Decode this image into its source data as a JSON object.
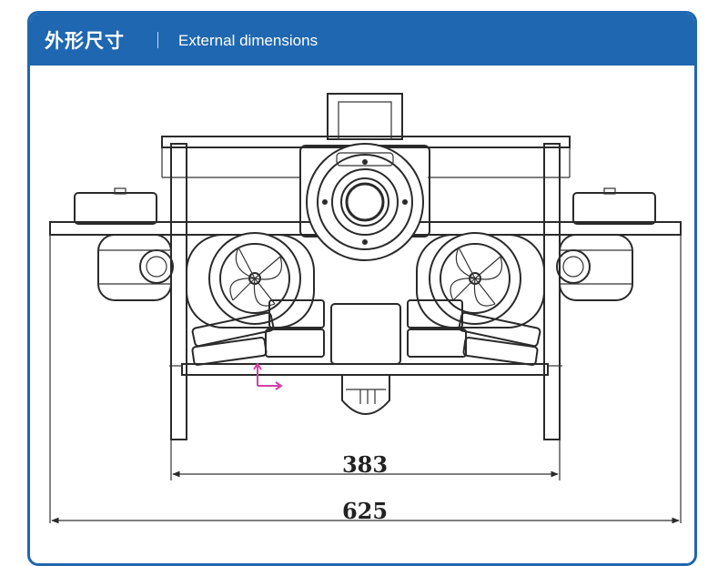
{
  "header": {
    "title_cn": "外形尺寸",
    "title_en": "External dimensions"
  },
  "dimensions": {
    "inner_width": "383",
    "outer_width": "625"
  },
  "colors": {
    "header_bg": "#1f67b1",
    "header_text": "#ffffff",
    "axis_marker": "#d13fa8"
  }
}
